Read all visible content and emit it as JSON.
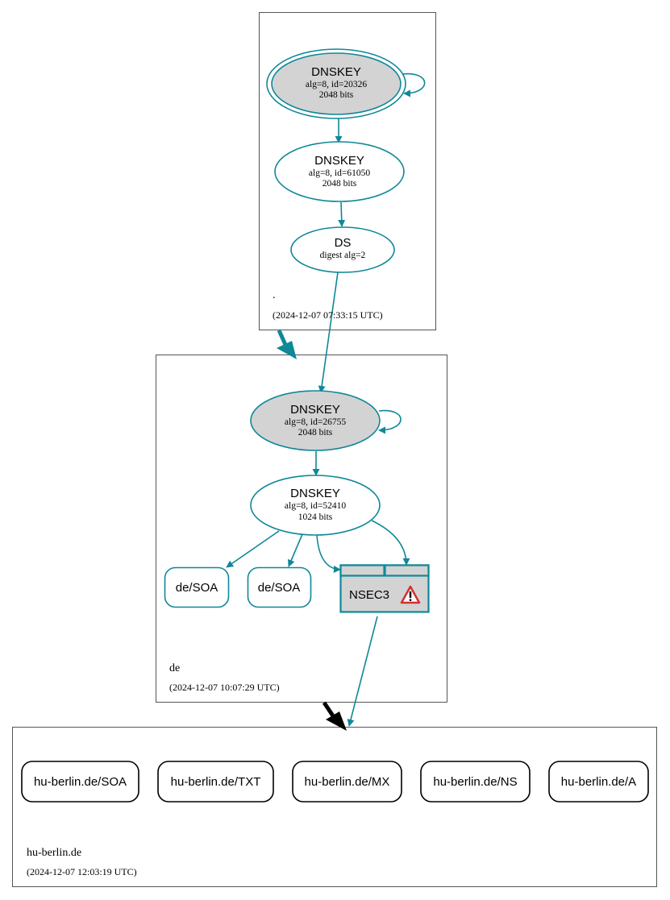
{
  "colors": {
    "edge": "#0f8898",
    "key_fill_ksk": "#d3d3d3",
    "nsec_fill": "#d3d3d3",
    "zone_border": "#555555",
    "rrset_border_secure": "#0f8898",
    "rrset_border_plain": "#000000",
    "warning_red": "#d23030"
  },
  "zones": {
    "root": {
      "name": ".",
      "timestamp": "(2024-12-07 07:33:15 UTC)",
      "ksk": {
        "title": "DNSKEY",
        "line1": "alg=8, id=20326",
        "line2": "2048 bits"
      },
      "zsk": {
        "title": "DNSKEY",
        "line1": "alg=8, id=61050",
        "line2": "2048 bits"
      },
      "ds": {
        "title": "DS",
        "line1": "digest alg=2"
      }
    },
    "de": {
      "name": "de",
      "timestamp": "(2024-12-07 10:07:29 UTC)",
      "ksk": {
        "title": "DNSKEY",
        "line1": "alg=8, id=26755",
        "line2": "2048 bits"
      },
      "zsk": {
        "title": "DNSKEY",
        "line1": "alg=8, id=52410",
        "line2": "1024 bits"
      },
      "rrsets": [
        {
          "label": "de/SOA"
        },
        {
          "label": "de/SOA"
        }
      ],
      "nsec3": {
        "label": "NSEC3",
        "icon": "warning-icon"
      }
    },
    "hu": {
      "name": "hu-berlin.de",
      "timestamp": "(2024-12-07 12:03:19 UTC)",
      "rrsets": [
        {
          "label": "hu-berlin.de/SOA"
        },
        {
          "label": "hu-berlin.de/TXT"
        },
        {
          "label": "hu-berlin.de/MX"
        },
        {
          "label": "hu-berlin.de/NS"
        },
        {
          "label": "hu-berlin.de/A"
        }
      ]
    }
  }
}
